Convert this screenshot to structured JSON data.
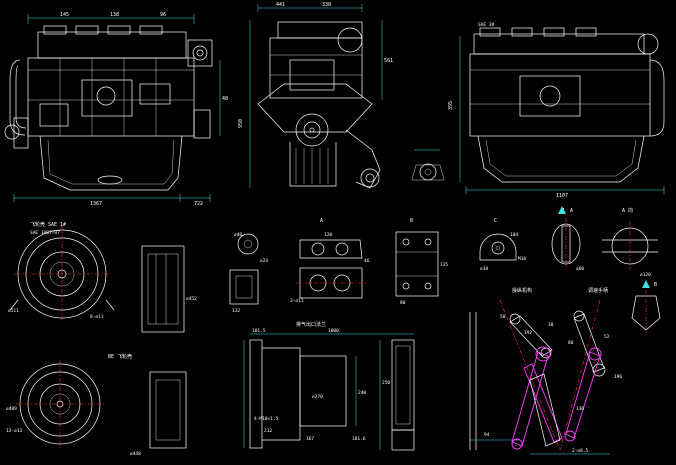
{
  "drawing": {
    "background": "#000000",
    "line_color": "#ffffff",
    "dimension_color": "#40e0e0",
    "highlight_color": "#ff40ff",
    "centerline_color": "#ff3030"
  },
  "views": {
    "front_view": {
      "dims_top": [
        "145",
        "138",
        "96"
      ],
      "dim_right": "48",
      "dims_bottom": [
        "1367",
        "722"
      ]
    },
    "side_view": {
      "dims_top": [
        "441",
        "338"
      ],
      "dim_right": "561",
      "dim_left": "950"
    },
    "rear_view": {
      "note": "SAE 3#",
      "dims_bottom": [
        "1107"
      ],
      "dim_left": "395"
    },
    "flywheel_housing_1": {
      "title": "飞轮壳 SAE 1#",
      "code": "SAE 1007797",
      "dims": [
        "∅511",
        "∅452",
        "8-∅11"
      ]
    },
    "flywheel_housing_2": {
      "title": "BE 飞轮壳",
      "dims": [
        "∅489",
        "∅448",
        "12-∅13"
      ]
    },
    "pump_detail": {
      "dims": [
        "∅40",
        "∅24",
        "132"
      ]
    },
    "detail_a": {
      "label": "A",
      "dims": [
        "120",
        "46",
        "3-∅11"
      ]
    },
    "detail_b": {
      "label": "B",
      "dims": [
        "80",
        "135"
      ]
    },
    "detail_c": {
      "label": "C",
      "dims": [
        "∅38",
        "104",
        "M10"
      ]
    },
    "detail_d": {
      "label": "1",
      "dims": [
        "∅60"
      ]
    },
    "detail_e": {
      "label": "A 向",
      "dims": [
        "∅120"
      ]
    },
    "bracket_view": {
      "title": "排气出口法兰",
      "dims": [
        "181.5",
        "1000",
        "240",
        "250",
        "4-M10×1.5",
        "212",
        "167",
        "181.6",
        "∅270"
      ]
    },
    "linkage_view": {
      "titles": [
        "操纵机构",
        "调速手柄"
      ],
      "dims": [
        "50",
        "192",
        "38",
        "80",
        "52",
        "196",
        "136",
        "94",
        "2-∅8.5"
      ]
    },
    "section_marks": [
      "A",
      "B"
    ]
  }
}
